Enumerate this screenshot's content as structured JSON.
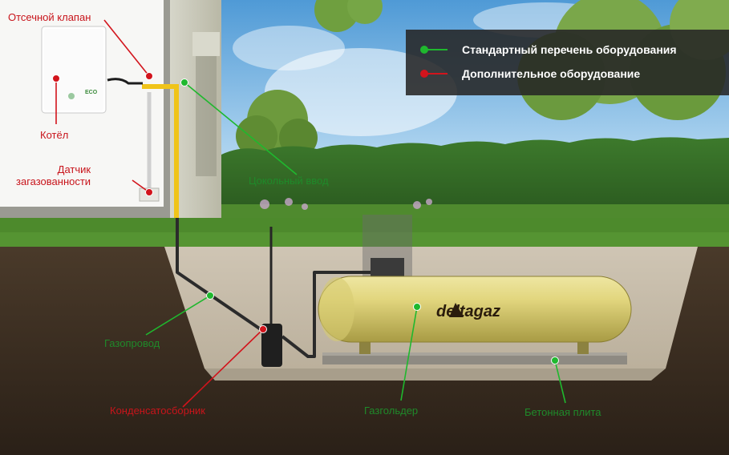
{
  "legend": {
    "standard": {
      "label": "Стандартный перечень оборудования",
      "color": "#1fb82e"
    },
    "extra": {
      "label": "Дополнительное оборудование",
      "color": "#d2141c"
    }
  },
  "labels": {
    "shutoff_valve": "Отсечной клапан",
    "boiler": "Котёл",
    "gas_sensor": "Датчик\nзагазованности",
    "basement_input": "Цокольный ввод",
    "gas_pipeline": "Газопровод",
    "condensate_collector": "Конденсатосборник",
    "gas_holder": "Газгольдер",
    "concrete_slab": "Бетонная плита"
  },
  "brand": {
    "tank_logo": "deltagaz",
    "boiler_badge": "ECO"
  }
}
